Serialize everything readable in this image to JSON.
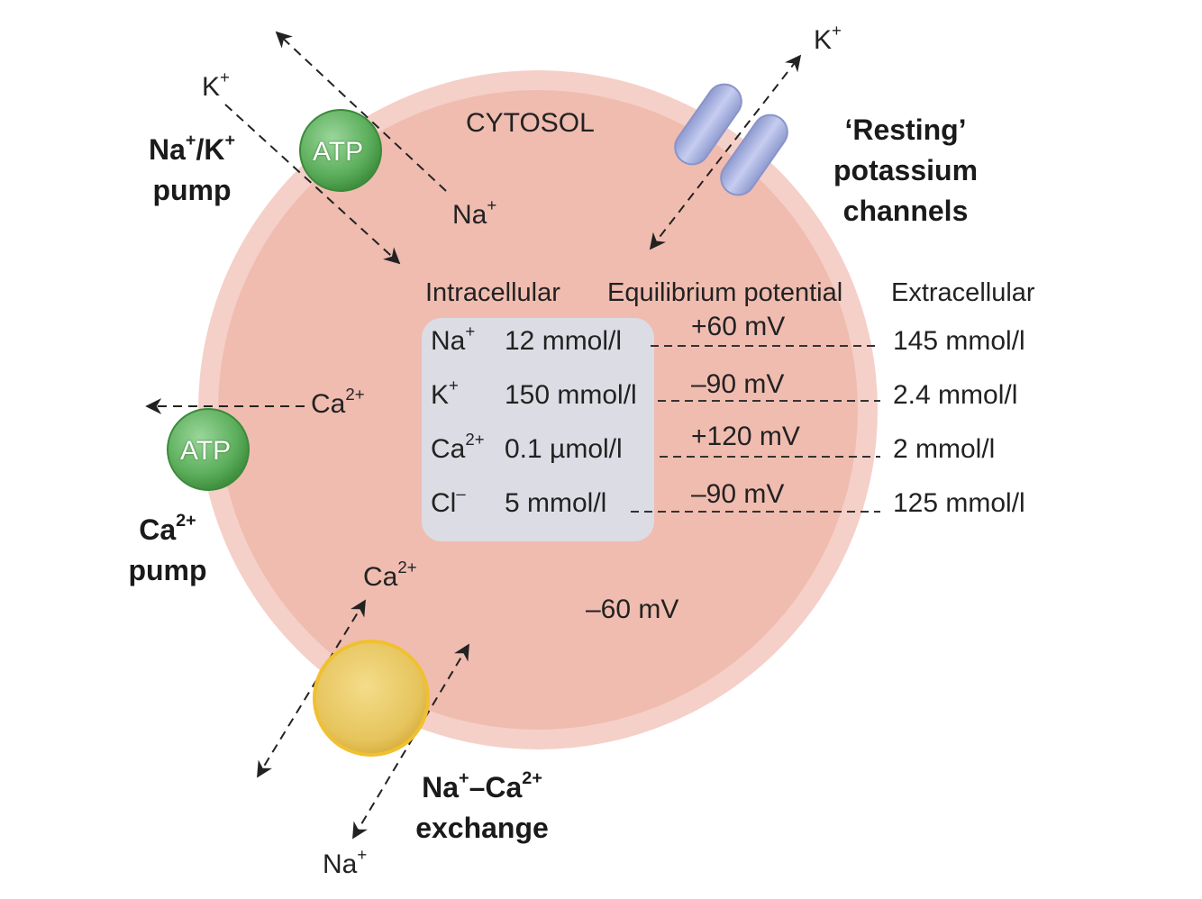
{
  "colors": {
    "cell_outer": "#f5d0c8",
    "cell_inner": "#f0bcb0",
    "table_box": "#dcdce4",
    "atp_green": "#5cae5c",
    "channel_blue": "#9aa5d6",
    "exchanger_gold": "#e8c45a"
  },
  "labels": {
    "cytosol": "CYTOSOL",
    "resting_line1": "‘Resting’",
    "resting_line2": "potassium",
    "resting_line3": "channels",
    "nak_pump_line1": "Na",
    "nak_pump_sup1": "+",
    "nak_pump_mid": "/K",
    "nak_pump_sup2": "+",
    "nak_pump_line2": "pump",
    "ca_pump_line1": "Ca",
    "ca_pump_sup": "2+",
    "ca_pump_line2": "pump",
    "exchange_na": "Na",
    "exchange_na_sup": "+",
    "exchange_dash_ca": "–Ca",
    "exchange_ca_sup": "2+",
    "exchange_line2": "exchange",
    "atp": "ATP",
    "membrane_potential": "–60 mV"
  },
  "ions": {
    "k": "K",
    "k_sup": "+",
    "na": "Na",
    "na_sup": "+",
    "ca": "Ca",
    "ca_sup": "2+"
  },
  "table": {
    "header_intra": "Intracellular",
    "header_eq": "Equilibrium potential",
    "header_extra": "Extracellular",
    "rows": [
      {
        "ion": "Na",
        "sup": "+",
        "intra": "12 mmol/l",
        "eq": "+60 mV",
        "extra": "145 mmol/l"
      },
      {
        "ion": "K",
        "sup": "+",
        "intra": "150 mmol/l",
        "eq": "–90 mV",
        "extra": "2.4 mmol/l"
      },
      {
        "ion": "Ca",
        "sup": "2+",
        "intra": "0.1 µmol/l",
        "eq": "+120 mV",
        "extra": "2 mmol/l"
      },
      {
        "ion": "Cl",
        "sup": "–",
        "intra": "5 mmol/l",
        "eq": "–90 mV",
        "extra": "125 mmol/l"
      }
    ]
  }
}
